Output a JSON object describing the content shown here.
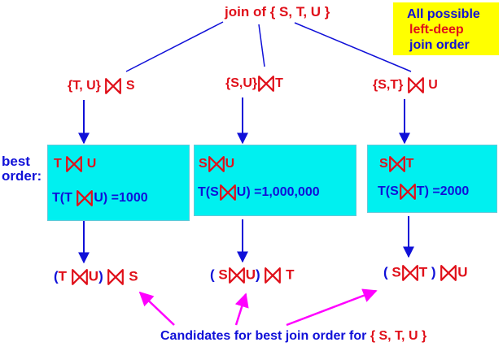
{
  "title": {
    "prefix": "join of ",
    "set": "{ S, T, U }"
  },
  "legend": {
    "line1": "All possible",
    "line2": "left-deep",
    "line3": "join order"
  },
  "side_label": {
    "line1": "best",
    "line2": "order:"
  },
  "level1": [
    {
      "left": "{T, U}",
      "right": "S"
    },
    {
      "left": "{S,U}",
      "right": "T"
    },
    {
      "left": "{S,T}",
      "right": "U"
    }
  ],
  "boxes": [
    {
      "join_left": "T",
      "join_right": "U",
      "cost_prefix": "T(",
      "cost_left": "T",
      "cost_right": "U",
      "cost_suffix": ") =1000"
    },
    {
      "join_left": "S",
      "join_right": "U",
      "cost_prefix": "T(",
      "cost_left": "S",
      "cost_right": "U",
      "cost_suffix": ") =1,000,000"
    },
    {
      "join_left": "S",
      "join_right": "T",
      "cost_prefix": "T(",
      "cost_left": "S",
      "cost_right": "T",
      "cost_suffix": ") =2000"
    }
  ],
  "candidates": [
    {
      "open": "(",
      "a": "T",
      "b": "U",
      "close": ")",
      "c": "S"
    },
    {
      "open": "( ",
      "a": "S",
      "b": "U",
      "close": ")",
      "c": "T"
    },
    {
      "open": "( ",
      "a": "S",
      "b": "T",
      "close": " )",
      "c": "U"
    }
  ],
  "caption": {
    "text": "Candidates for best join order for ",
    "set": "{ S, T, U }"
  },
  "colors": {
    "red": "#e0101a",
    "blue": "#1010d8",
    "magenta": "#ff00ff",
    "cyan": "#00f0f0",
    "yellow": "#ffff00"
  }
}
